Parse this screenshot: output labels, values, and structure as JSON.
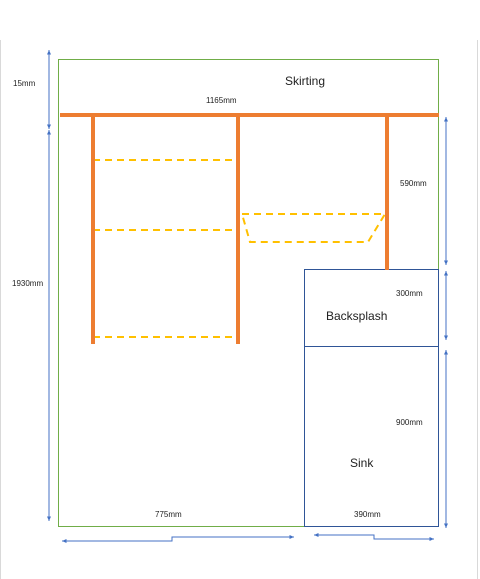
{
  "labels": {
    "skirting": "Skirting",
    "backsplash": "Backsplash",
    "sink": "Sink"
  },
  "dimensions": {
    "skirting_height": "15mm",
    "total_width": "1165mm",
    "total_height": "1930mm",
    "right_upper": "590mm",
    "backsplash_height": "300mm",
    "sink_height": "900mm",
    "left_width": "775mm",
    "sink_width": "390mm"
  },
  "colors": {
    "frame": "#70ad47",
    "plank": "#ed7d31",
    "shelf": "#ffc000",
    "arrow": "#4472c4",
    "sink_box": "#2f5597"
  }
}
